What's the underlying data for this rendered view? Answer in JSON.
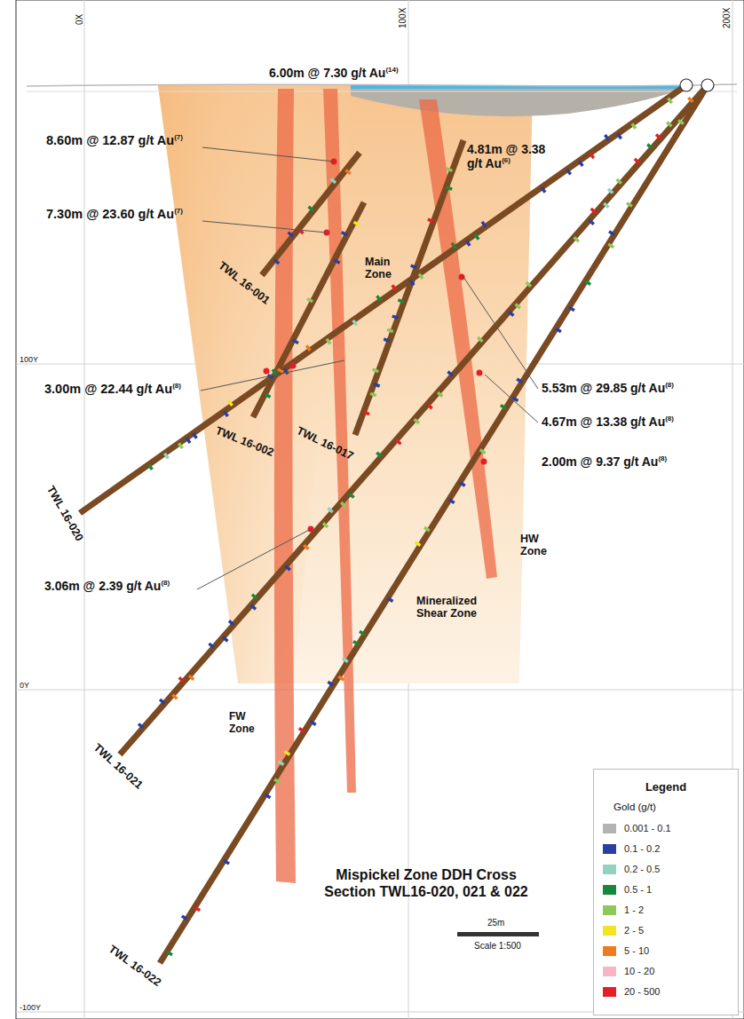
{
  "diagram": {
    "title": "Mispickel Zone DDH Cross Section TWL16-020, 021 & 022",
    "labels": [
      "0X",
      "100X",
      "200X",
      "100Y",
      "0Y",
      "-100Y",
      "6.00m @ 7.30 g/t Au",
      "(14)",
      "8.60m @ 12.87 g/t Au",
      "(7)",
      "7.30m @ 23.60 g/t Au",
      "(7)",
      "4.81m @ 3.38 g/t Au",
      "(6)",
      "3.00m @ 22.44 g/t Au",
      "(8)",
      "5.53m @ 29.85 g/t Au",
      "(8)",
      "4.67m @ 13.38 g/t Au",
      "(8)",
      "2.00m @ 9.37 g/t Au",
      "(8)",
      "3.06m @ 2.39 g/t Au",
      "(8)",
      "TWL 16-001",
      "TWL 16-002",
      "TWL 16-017",
      "TWL 16-020",
      "TWL 16-021",
      "TWL 16-022",
      "Main Zone",
      "HW Zone",
      "Mineralized Shear Zone",
      "FW Zone",
      "25m",
      "Scale 1:500",
      "Legend",
      "Gold (g/t)"
    ],
    "legend": [
      {
        "text": "0.001 - 0.1",
        "color": "#b3b3b3"
      },
      {
        "text": "0.1 - 0.2",
        "color": "#2b3fa0"
      },
      {
        "text": "0.2 - 0.5",
        "color": "#8fd3c0"
      },
      {
        "text": "0.5 - 1",
        "color": "#17883a"
      },
      {
        "text": "1 - 2",
        "color": "#8dc85a"
      },
      {
        "text": "2 - 5",
        "color": "#f2e51f"
      },
      {
        "text": "5 - 10",
        "color": "#f07a20"
      },
      {
        "text": "10 - 20",
        "color": "#f6b6c8"
      },
      {
        "text": "20 - 500",
        "color": "#e41f26"
      }
    ]
  }
}
